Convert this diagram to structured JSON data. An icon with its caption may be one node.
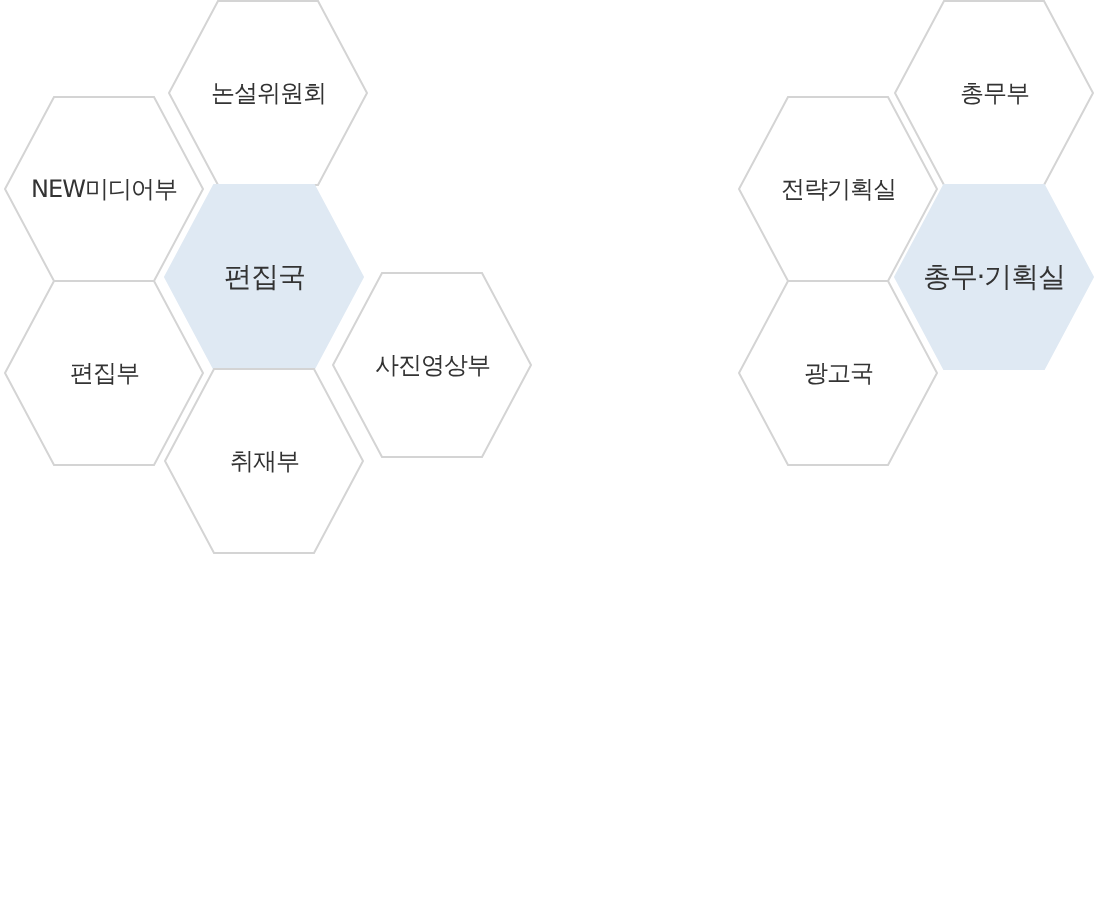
{
  "diagram": {
    "nodes": [
      {
        "text": [
          "논설위원회"
        ]
      },
      {
        "text": [
          "NEW미디어부"
        ]
      },
      {
        "text": [
          "편집국"
        ]
      },
      {
        "text": [
          "사진영상부"
        ]
      },
      {
        "text": [
          "편집부"
        ]
      },
      {
        "text": [
          "취재부"
        ]
      },
      {
        "text": [
          "총무부"
        ]
      },
      {
        "text": [
          "전략기획실"
        ]
      },
      {
        "text": [
          "총무·기획실"
        ]
      },
      {
        "text": [
          "광고국"
        ]
      }
    ]
  }
}
